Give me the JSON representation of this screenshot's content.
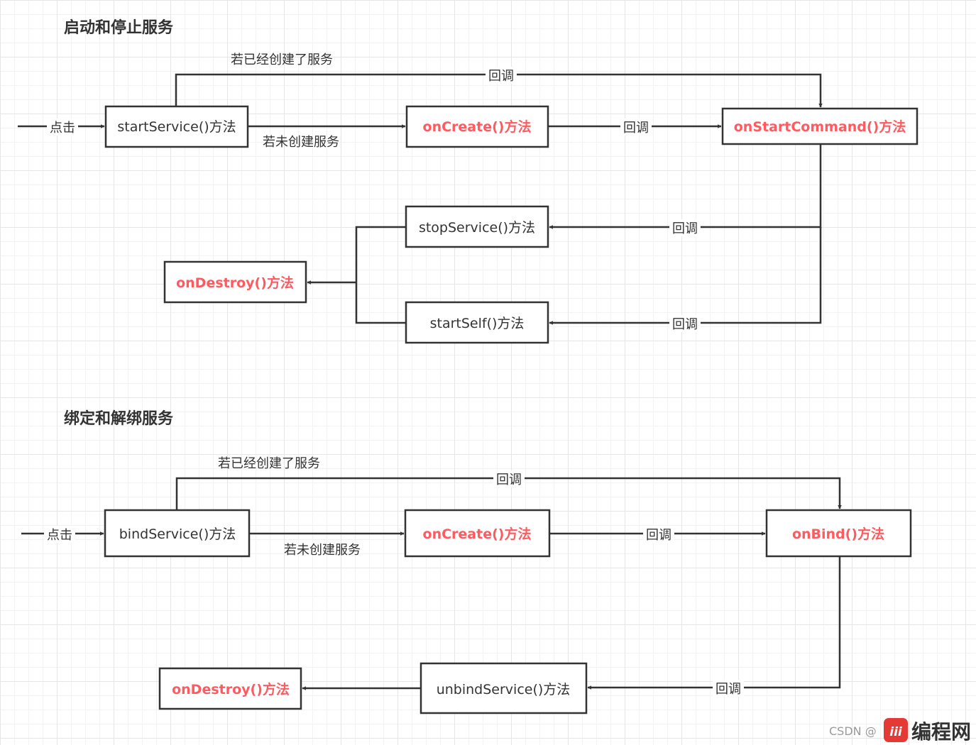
{
  "sections": [
    {
      "title": "启动和停止服务",
      "nodes": {
        "start_service": "startService()方法",
        "on_create": "onCreate()方法",
        "on_start_command": "onStartCommand()方法",
        "stop_service": "stopService()方法",
        "stop_self": "startSelf()方法",
        "on_destroy": "onDestroy()方法"
      },
      "labels": {
        "click": "点击",
        "if_created": "若已经创建了服务",
        "if_not_created": "若未创建服务",
        "callback": "回调"
      }
    },
    {
      "title": "绑定和解绑服务",
      "nodes": {
        "bind_service": "bindService()方法",
        "on_create": "onCreate()方法",
        "on_bind": "onBind()方法",
        "unbind_service": "unbindService()方法",
        "on_destroy": "onDestroy()方法"
      },
      "labels": {
        "click": "点击",
        "if_created": "若已经创建了服务",
        "if_not_created": "若未创建服务",
        "callback": "回调"
      }
    }
  ],
  "watermark": {
    "csdn": "CSDN @",
    "brand": "编程网",
    "logo_text": "iii"
  },
  "colors": {
    "highlight": "#ff5a5f",
    "line": "#333333"
  }
}
